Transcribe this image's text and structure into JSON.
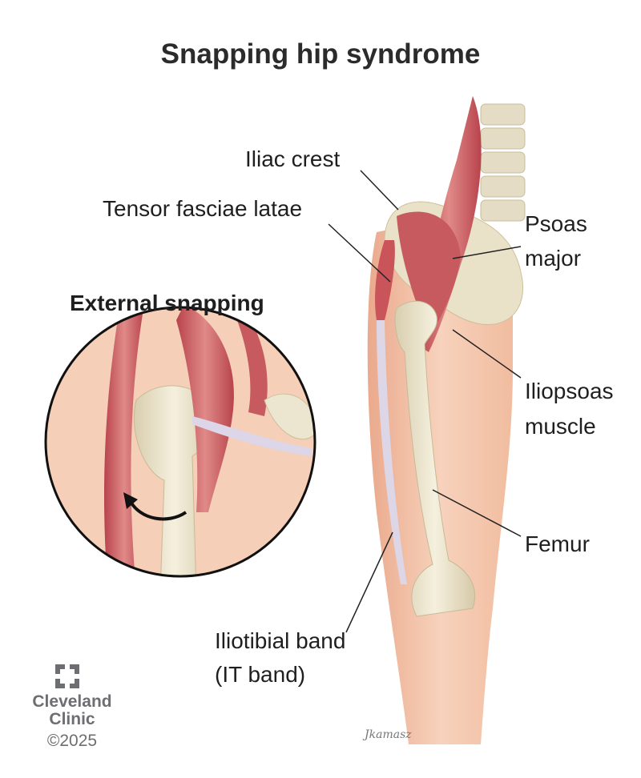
{
  "title": "Snapping hip syndrome",
  "labels": {
    "iliac_crest": "Iliac crest",
    "tensor_fasciae_latae": "Tensor fasciae latae",
    "psoas_major_1": "Psoas",
    "psoas_major_2": "major",
    "external_snapping": "External snapping",
    "iliopsoas_1": "Iliopsoas",
    "iliopsoas_2": "muscle",
    "femur": "Femur",
    "itband_1": "Iliotibial band",
    "itband_2": "(IT band)"
  },
  "logo": {
    "name_1": "Cleveland",
    "name_2": "Clinic",
    "copyright": "©2025"
  },
  "signature": "Jkamasz",
  "colors": {
    "skin": "#f3c3a6",
    "muscle": "#c9545a",
    "bone": "#ece4cc",
    "leader": "#222222",
    "logo": "#6d6e71"
  }
}
